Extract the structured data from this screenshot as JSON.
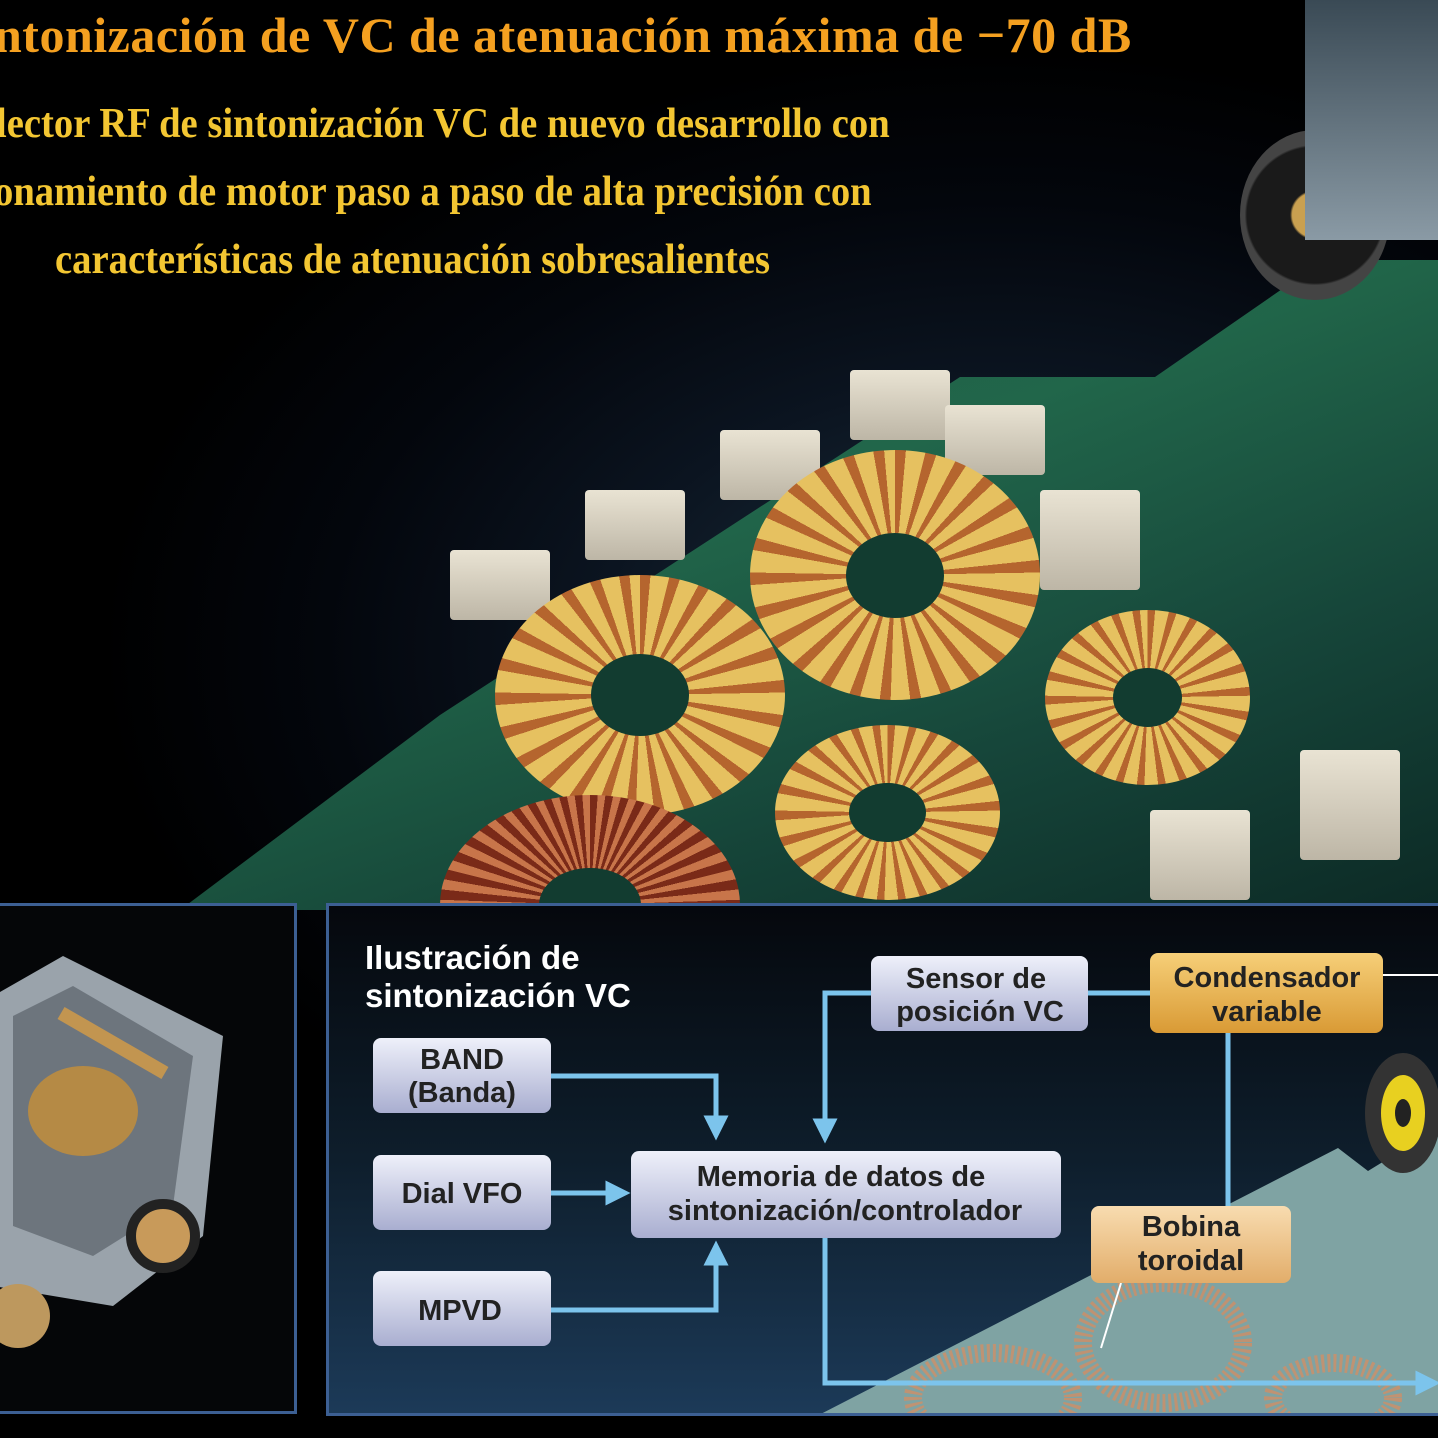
{
  "header": {
    "title": "ntonización de VC de atenuación máxima de −70 dB",
    "subtitle_lines": [
      "lector RF de sintonización VC de nuevo desarrollo con",
      "onamiento de motor paso a paso de alta precisión con",
      "características de atenuación sobresalientes"
    ]
  },
  "diagram": {
    "title_lines": [
      "Ilustración de",
      "sintonización VC"
    ],
    "nodes": {
      "band": [
        "BAND",
        "(Banda)"
      ],
      "dial_vfo": [
        "Dial VFO"
      ],
      "mpvd": [
        "MPVD"
      ],
      "memory": [
        "Memoria de datos de",
        "sintonización/controlador"
      ],
      "sensor": [
        "Sensor de",
        "posición VC"
      ],
      "capacitor": [
        "Condensador",
        "variable"
      ],
      "coil": [
        "Bobina",
        "toroidal"
      ]
    },
    "colors": {
      "title": "#f4a020",
      "subtitle": "#f3c632",
      "connector": "#7cc4ec",
      "node_default": "#c9cde6",
      "node_capacitor": "#e9b14f",
      "node_coil": "#f0c98f",
      "panel_border": "#3c5f93"
    }
  }
}
